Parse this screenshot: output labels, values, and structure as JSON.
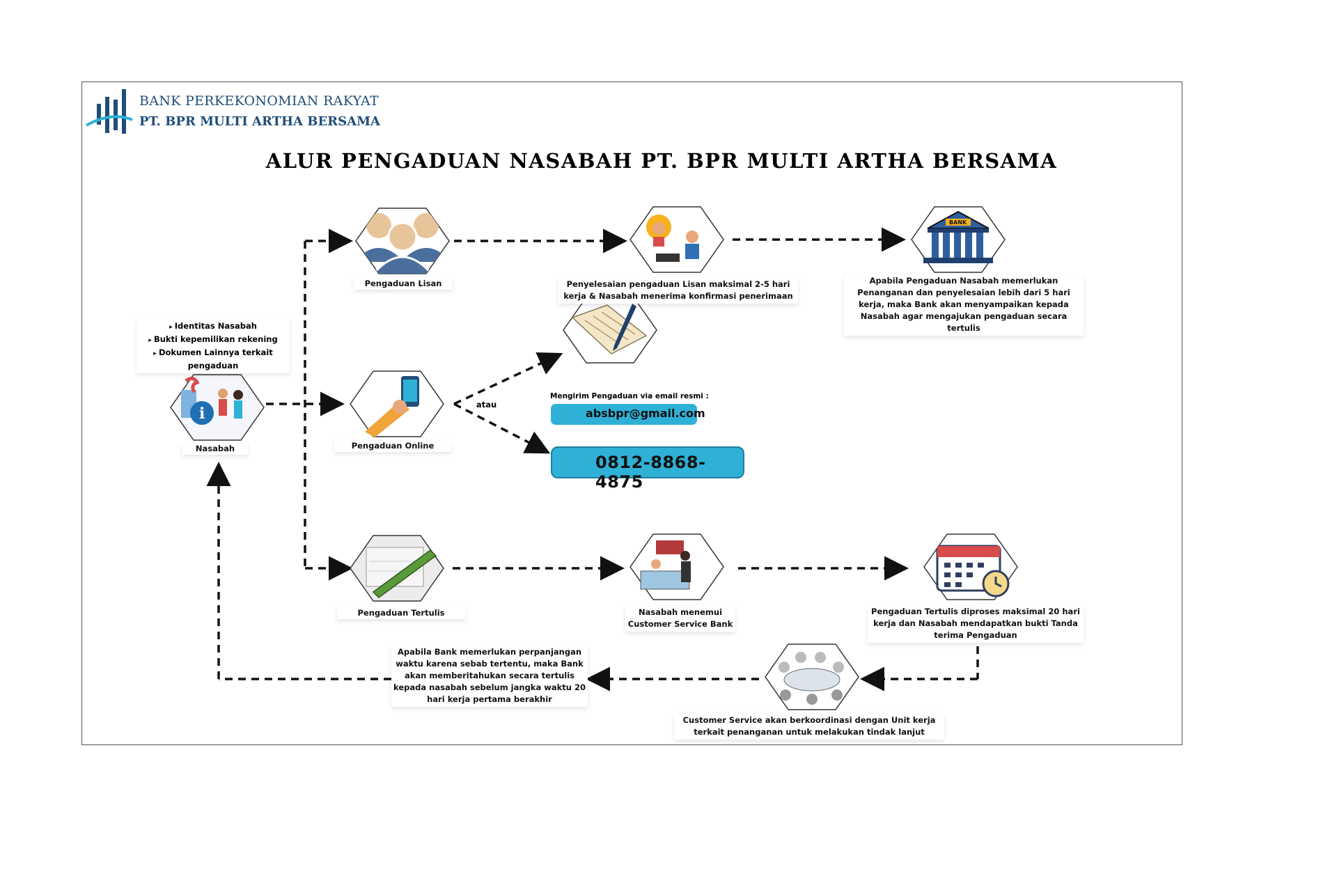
{
  "header": {
    "brand_line1": "BANK PERKEKONOMIAN RAKYAT",
    "brand_line2": "PT. BPR MULTI ARTHA BERSAMA",
    "title": "ALUR PENGADUAN NASABAH PT. BPR MULTI ARTHA BERSAMA"
  },
  "nasabah": {
    "label": "Nasabah",
    "requirements": [
      "Identitas Nasabah",
      "Bukti kepemilikan rekening",
      "Dokumen Lainnya terkait pengaduan"
    ]
  },
  "lisan": {
    "label": "Pengaduan Lisan",
    "step2": "Penyelesaian pengaduan Lisan maksimal 2-5 hari kerja & Nasabah menerima konfirmasi penerimaan",
    "step3": "Apabila Pengaduan Nasabah memerlukan Penanganan dan penyelesaian lebih dari 5 hari kerja, maka Bank akan menyampaikan kepada Nasabah agar mengajukan pengaduan secara tertulis"
  },
  "online": {
    "label": "Pengaduan Online",
    "or": "atau",
    "email_caption": "Mengirim Pengaduan via email resmi :",
    "email": "absbpr@gmail.com",
    "whatsapp": "0812-8868-4875"
  },
  "tertulis": {
    "label": "Pengaduan Tertulis",
    "step2": "Nasabah menemui Customer Service Bank",
    "step3": "Pengaduan Tertulis diproses maksimal 20 hari kerja dan Nasabah mendapatkan bukti Tanda terima Pengaduan",
    "step4": "Customer Service akan berkoordinasi dengan Unit kerja terkait penanganan untuk melakukan tindak lanjut",
    "step5": "Apabila Bank memerlukan perpanjangan waktu karena sebab tertentu, maka Bank akan memberitahukan secara tertulis kepada nasabah sebelum jangka waktu 20 hari kerja pertama berakhir"
  },
  "colors": {
    "brand": "#1f4e79",
    "accent": "#2fb0d6"
  }
}
